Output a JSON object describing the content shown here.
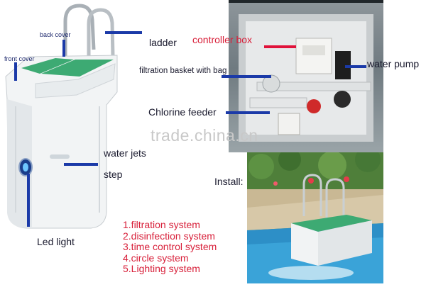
{
  "labels": {
    "back_cover": "back cover",
    "front_cover": "front cover",
    "ladder": "ladder",
    "controller_box": "controller box",
    "filtration_basket": "filtration basket with bag",
    "water_pump": "water pump",
    "chlorine_feeder": "Chlorine feeder",
    "water_jets": "water jets",
    "step": "step",
    "led_light": "Led light",
    "install": "Install:"
  },
  "watermark": "trade.china.cn",
  "features": [
    "1.filtration system",
    "2.disinfection system",
    "3.time control system",
    "4.circle system",
    "5.Lighting system"
  ],
  "colors": {
    "step_green": "#3daa73",
    "pointer_blue": "#1b3aa8",
    "pointer_red": "#e0123a",
    "feature_red": "#d8203a"
  }
}
